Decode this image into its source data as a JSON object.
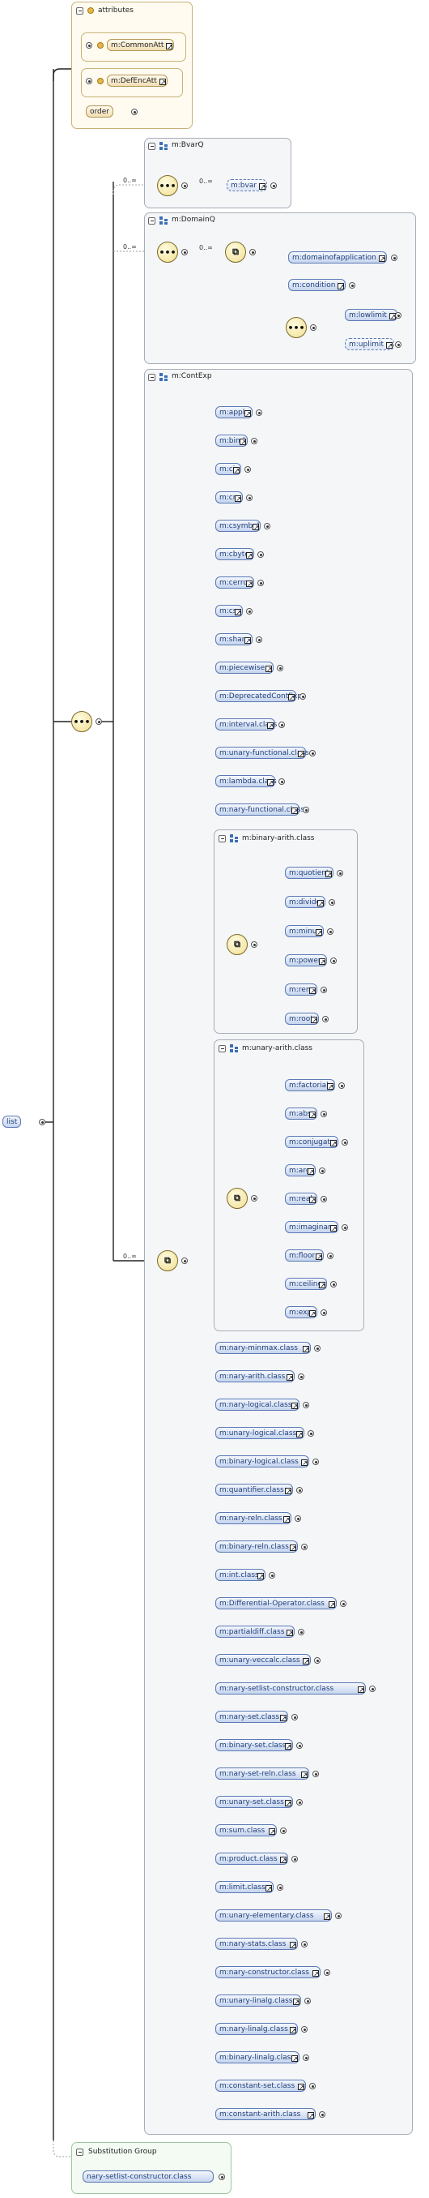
{
  "root": {
    "label": "list"
  },
  "attributes": {
    "title": "attributes",
    "items": [
      "m:CommonAtt",
      "m:DefEncAtt",
      "order"
    ]
  },
  "bvarq": {
    "title": "m:BvarQ",
    "cardinality": "0..∞",
    "inner_cardinality": "0..∞",
    "item": "m:bvar"
  },
  "domainq": {
    "title": "m:DomainQ",
    "cardinality": "0..∞",
    "inner_cardinality": "0..∞",
    "items": [
      "m:domainofapplication",
      "m:condition"
    ],
    "limits": [
      "m:lowlimit",
      "m:uplimit"
    ]
  },
  "contexp": {
    "title": "m:ContExp",
    "cardinality": "0..∞",
    "items_top": [
      "m:apply",
      "m:bind",
      "m:ci",
      "m:cn",
      "m:csymbol",
      "m:cbytes",
      "m:cerror",
      "m:cs",
      "m:share",
      "m:piecewise",
      "m:DeprecatedContExp",
      "m:interval.class",
      "m:unary-functional.class",
      "m:lambda.class",
      "m:nary-functional.class"
    ],
    "binary_arith": {
      "title": "m:binary-arith.class",
      "items": [
        "m:quotient",
        "m:divide",
        "m:minus",
        "m:power",
        "m:rem",
        "m:root"
      ]
    },
    "unary_arith": {
      "title": "m:unary-arith.class",
      "items": [
        "m:factorial",
        "m:abs",
        "m:conjugate",
        "m:arg",
        "m:real",
        "m:imaginary",
        "m:floor",
        "m:ceiling",
        "m:exp"
      ]
    },
    "items_bottom": [
      "m:nary-minmax.class",
      "m:nary-arith.class",
      "m:nary-logical.class",
      "m:unary-logical.class",
      "m:binary-logical.class",
      "m:quantifier.class",
      "m:nary-reln.class",
      "m:binary-reln.class",
      "m:int.class",
      "m:Differential-Operator.class",
      "m:partialdiff.class",
      "m:unary-veccalc.class",
      "m:nary-setlist-constructor.class",
      "m:nary-set.class",
      "m:binary-set.class",
      "m:nary-set-reln.class",
      "m:unary-set.class",
      "m:sum.class",
      "m:product.class",
      "m:limit.class",
      "m:unary-elementary.class",
      "m:nary-stats.class",
      "m:nary-constructor.class",
      "m:unary-linalg.class",
      "m:nary-linalg.class",
      "m:binary-linalg.class",
      "m:constant-set.class",
      "m:constant-arith.class"
    ]
  },
  "substitution": {
    "title": "Substitution Group",
    "item": "nary-setlist-constructor.class"
  }
}
